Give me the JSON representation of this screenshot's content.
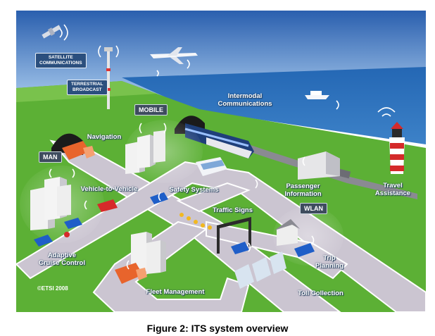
{
  "figure": {
    "caption": "Figure 2: ITS system overview",
    "copyright": "©ETSI 2008"
  },
  "labels": {
    "satellite": "SATELLITE\nCOMMUNICATIONS",
    "terrestrial": "TERRESTRIAL\nBROADCAST",
    "mobile": "MOBILE",
    "man": "MAN",
    "wlan": "WLAN",
    "intermodal": "Intermodal\nCommunications",
    "navigation": "Navigation",
    "v2v": "Vehicle-to-Vehicle",
    "safety": "Safety Systems",
    "passenger": "Passenger\nInformation",
    "travel": "Travel\nAssistance",
    "traffic_signs": "Traffic Signs",
    "acc": "Adaptive\nCruise Control",
    "trip": "Trip\nPlanning",
    "fleet": "Fleet Management",
    "toll": "Toll Collection"
  },
  "colors": {
    "sky_top": "#2a5fae",
    "sky_bottom": "#9fc3ea",
    "sea": "#1f5ba8",
    "grass": "#5cb035",
    "road": "#c9c3cf",
    "road_edge": "#ffffff",
    "truck": "#e8642c",
    "car_blue": "#1f5ec8",
    "car_red": "#d62a2a"
  }
}
